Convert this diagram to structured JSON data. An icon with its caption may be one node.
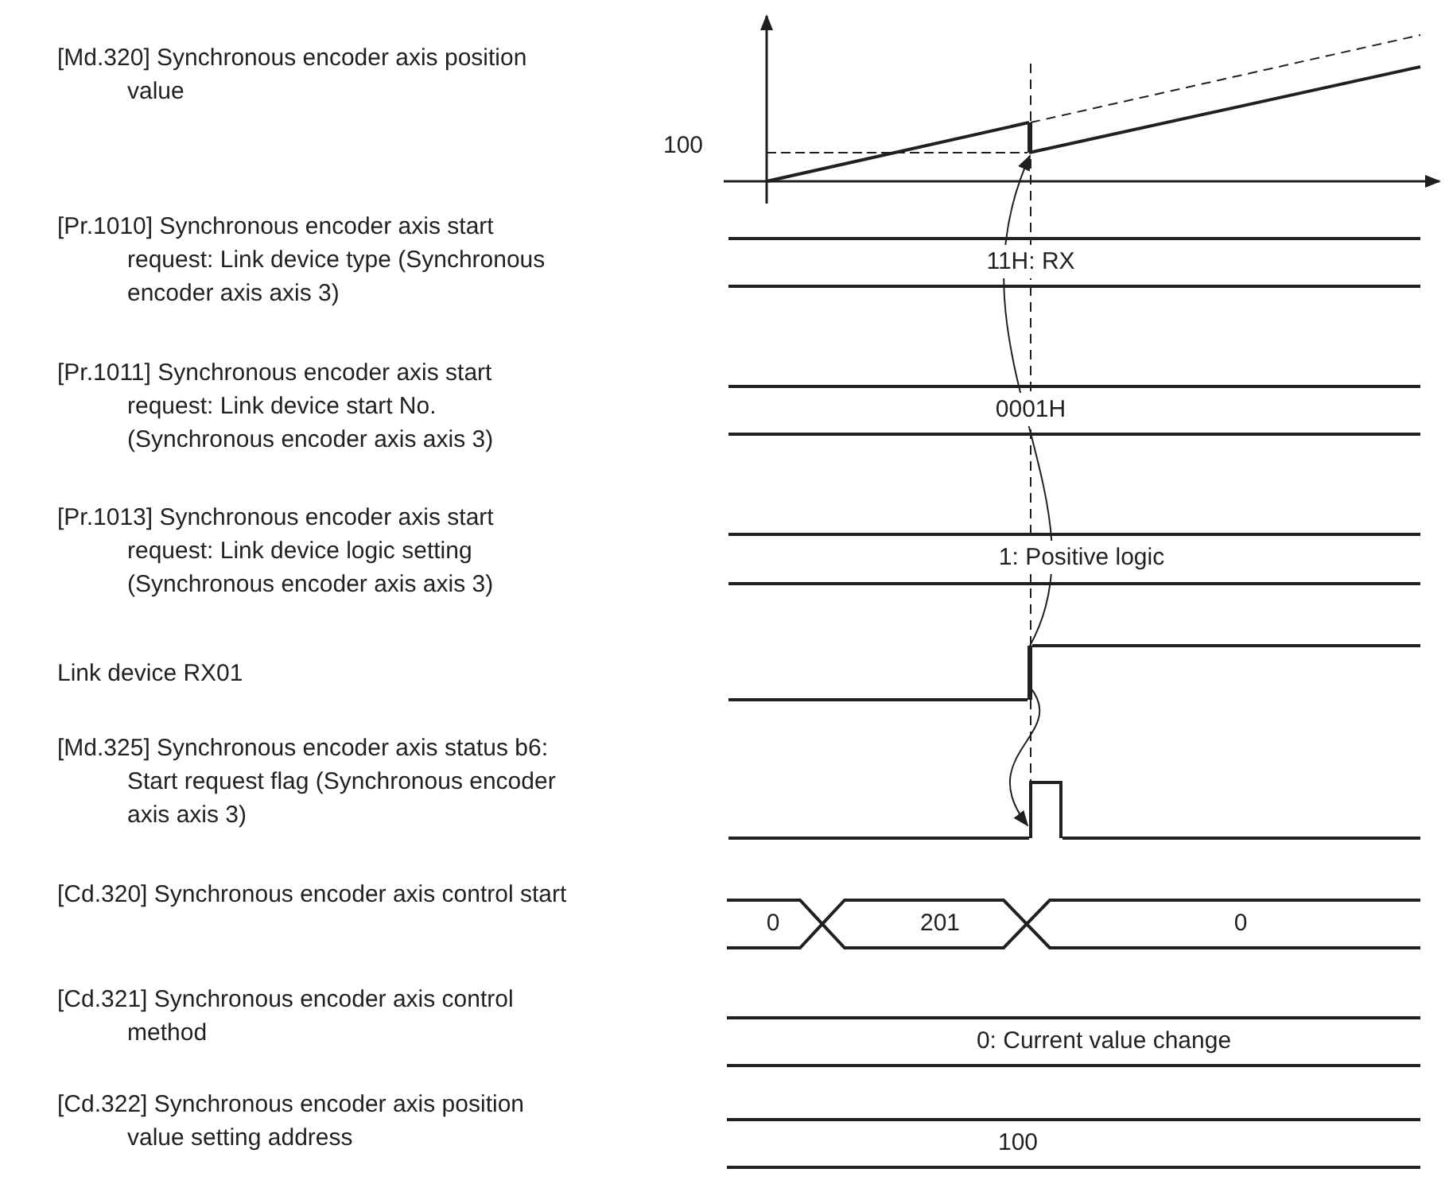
{
  "diagram": {
    "nodes": [
      {
        "text": [],
        "shape": "bar"
      },
      {
        "text": [],
        "shape": "bar"
      },
      {
        "text": [],
        "shape": "box"
      }
    ],
    "edges": [
      {
        "from": 1,
        "to": 0,
        "arrow": "to"
      },
      {
        "from": 1,
        "to": 2,
        "arrow": "to"
      }
    ],
    "labels": [
      "[Md.320] Synchronous encoder axis position value",
      "100",
      "[Pr.1010] Synchronous encoder axis start request: Link device type (Synchronous encoder axis axis 3)",
      "11H: RX",
      "[Pr.1011] Synchronous encoder axis start request: Link device start No. (Synchronous encoder axis axis 3)",
      "0001H",
      "[Pr.1013] Synchronous encoder axis start request: Link device logic setting (Synchronous encoder axis axis 3)",
      "1: Positive logic",
      "Link device RX01",
      "[Md.325] Synchronous encoder axis status b6: Start request flag (Synchronous encoder axis axis 3)",
      "[Cd.320] Synchronous encoder axis control start",
      "0",
      "201",
      "0",
      "[Cd.321] Synchronous encoder axis control method",
      "0: Current value change",
      "[Cd.322] Synchronous encoder axis position value setting address",
      "100"
    ]
  }
}
